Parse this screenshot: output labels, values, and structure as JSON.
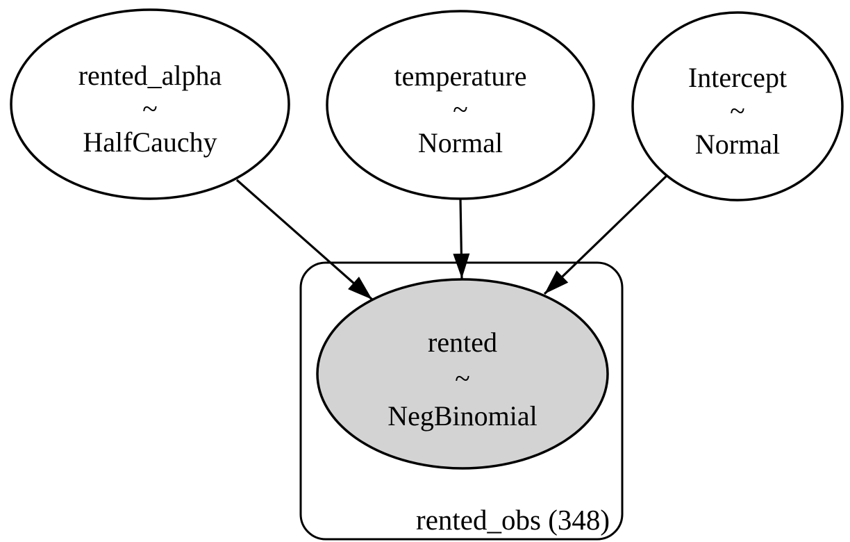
{
  "colors": {
    "background": "#ffffff",
    "stroke": "#000000",
    "text": "#000000",
    "observed_node_fill": "#d3d3d3",
    "latent_node_fill": "#ffffff"
  },
  "nodes": [
    {
      "name": "rented_alpha",
      "relation": "~",
      "distribution": "HalfCauchy",
      "observed": false
    },
    {
      "name": "temperature",
      "relation": "~",
      "distribution": "Normal",
      "observed": false
    },
    {
      "name": "Intercept",
      "relation": "~",
      "distribution": "Normal",
      "observed": false
    },
    {
      "name": "rented",
      "relation": "~",
      "distribution": "NegBinomial",
      "observed": true
    }
  ],
  "plate": {
    "label": "rented_obs (348)"
  },
  "edges": [
    {
      "from": "rented_alpha",
      "to": "rented"
    },
    {
      "from": "temperature",
      "to": "rented"
    },
    {
      "from": "Intercept",
      "to": "rented"
    }
  ]
}
